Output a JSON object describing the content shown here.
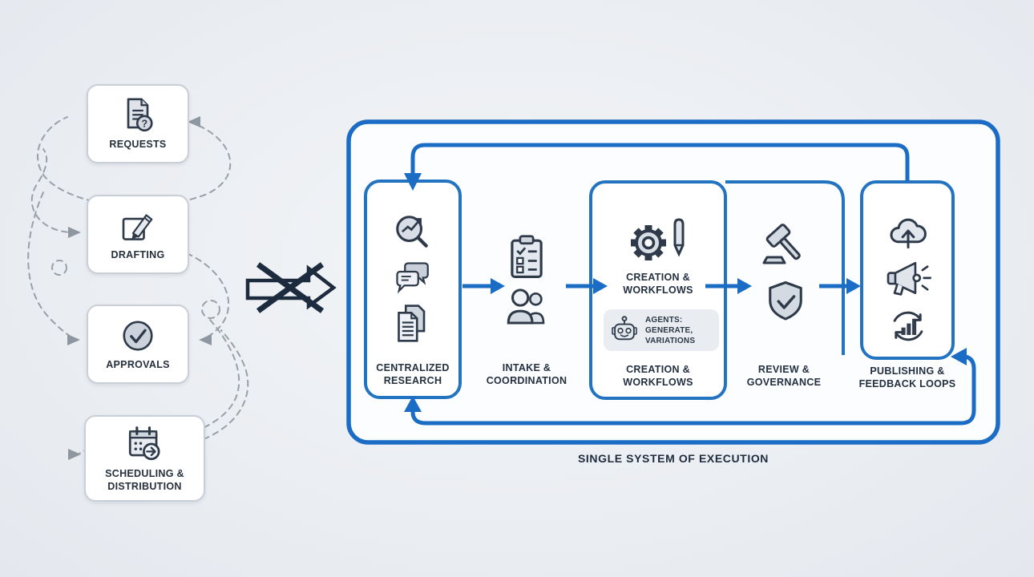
{
  "colors": {
    "accent_blue": "#1a6cc4",
    "dark_navy": "#1d2b3f",
    "dash_gray": "#99a0a9",
    "icon_ink": "#2e3a49"
  },
  "legacy": {
    "boxes": [
      {
        "label": "REQUESTS",
        "icon": "document-question-icon"
      },
      {
        "label": "DRAFTING",
        "icon": "pencil-square-icon"
      },
      {
        "label": "APPROVALS",
        "icon": "check-circle-icon"
      },
      {
        "label": "SCHEDULING & DISTRIBUTION",
        "icon": "calendar-forward-icon"
      }
    ]
  },
  "transition": {
    "icon": "crossed-arrow-icon"
  },
  "system": {
    "caption": "SINGLE SYSTEM OF EXECUTION",
    "stages": [
      {
        "id": "research",
        "label": "CENTRALIZED RESEARCH",
        "icons": [
          "magnifier-trend-icon",
          "chat-bubbles-icon",
          "documents-icon"
        ]
      },
      {
        "id": "intake",
        "label": "INTAKE & COORDINATION",
        "icons": [
          "clipboard-check-icon",
          "people-icon"
        ]
      },
      {
        "id": "creation",
        "label_top": "CREATION & WORKFLOWS",
        "label": "CREATION & WORKFLOWS",
        "badge": "AGENTS: GENERATE, VARIATIONS",
        "icons": [
          "gear-pen-icon",
          "robot-icon"
        ]
      },
      {
        "id": "review",
        "label": "REVIEW & GOVERNANCE",
        "icons": [
          "gavel-icon",
          "shield-check-icon"
        ]
      },
      {
        "id": "publishing",
        "label": "PUBLISHING & FEEDBACK LOOPS",
        "icons": [
          "cloud-upload-icon",
          "megaphone-icon",
          "chart-refresh-icon"
        ]
      }
    ]
  }
}
